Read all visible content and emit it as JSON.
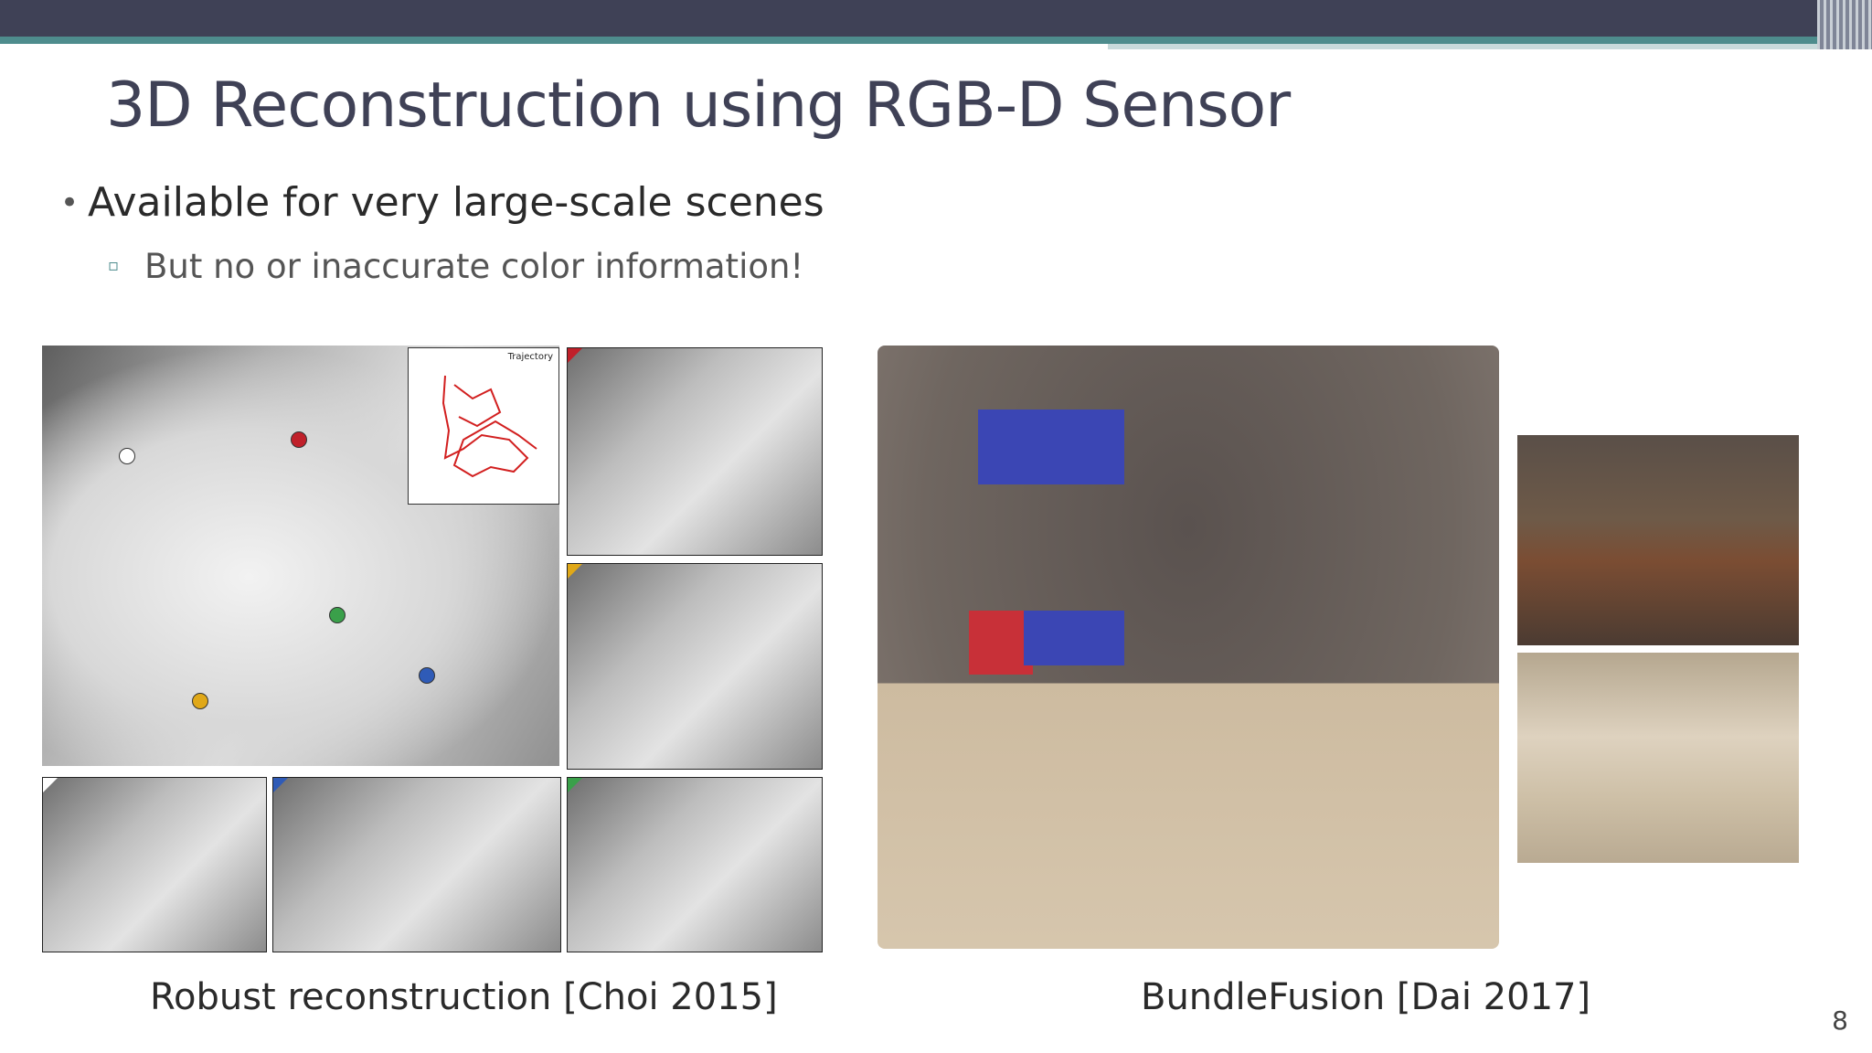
{
  "slide": {
    "title": "3D Reconstruction using RGB-D Sensor",
    "bullet": "Available for very large-scale scenes",
    "sub_bullet": "But no or inaccurate color information!",
    "caption_left": "Robust reconstruction [Choi 2015]",
    "caption_right": "BundleFusion [Dai 2017]",
    "page_number": "8",
    "trajectory_label": "Trajectory"
  },
  "colors": {
    "header_bar": "#3f4156",
    "accent_teal": "#4e8c8d",
    "title_text": "#3f4156",
    "marker_red": "#c0202a",
    "marker_green": "#3aa04a",
    "marker_blue": "#2f5bb7",
    "marker_yellow": "#e0a818",
    "marker_white": "#ffffff"
  }
}
